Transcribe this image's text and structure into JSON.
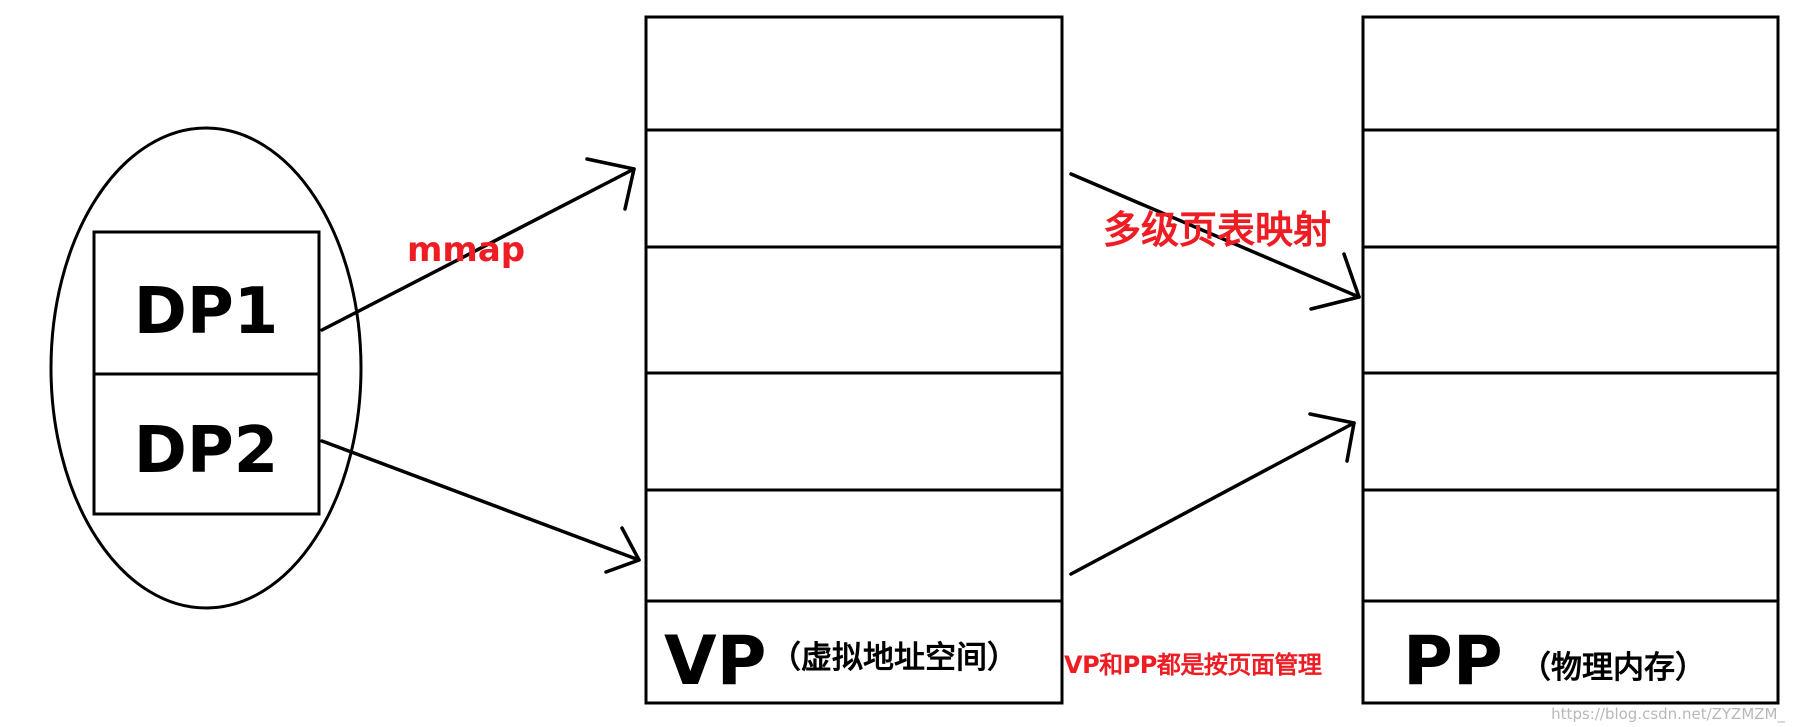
{
  "disk_pages": {
    "items": [
      {
        "label": "DP1"
      },
      {
        "label": "DP2"
      }
    ]
  },
  "virtual_pages": {
    "label": "VP",
    "sublabel": "（虚拟地址空间）"
  },
  "physical_pages": {
    "label": "PP",
    "sublabel": "（物理内存）"
  },
  "arrows": {
    "mmap_label": "mmap",
    "page_table_label": "多级页表映射"
  },
  "note": "VP和PP都是按页面管理",
  "watermark": "https://blog.csdn.net/ZYZMZM_",
  "colors": {
    "annotation": "#ee1d24",
    "stroke": "#000000"
  }
}
